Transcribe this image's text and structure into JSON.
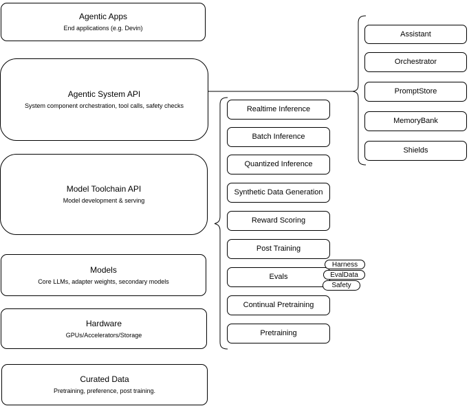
{
  "diagram": {
    "layers": [
      {
        "title": "Agentic Apps",
        "subtitle": "End applications (e.g. Devin)"
      },
      {
        "title": "Agentic System API",
        "subtitle": "System component orchestration, tool calls, safety checks"
      },
      {
        "title": "Model Toolchain API",
        "subtitle": "Model development & serving"
      },
      {
        "title": "Models",
        "subtitle": "Core LLMs, adapter weights, secondary models"
      },
      {
        "title": "Hardware",
        "subtitle": "GPUs/Accelerators/Storage"
      },
      {
        "title": "Curated Data",
        "subtitle": "Pretraining, preference, post training."
      }
    ],
    "toolchain_services": [
      "Realtime Inference",
      "Batch Inference",
      "Quantized Inference",
      "Synthetic Data Generation",
      "Reward Scoring",
      "Post Training",
      "Evals",
      "Continual Pretraining",
      "Pretraining"
    ],
    "evals_tags": [
      "Harness",
      "EvalData",
      "Safety"
    ],
    "system_components": [
      "Assistant",
      "Orchestrator",
      "PromptStore",
      "MemoryBank",
      "Shields"
    ],
    "colors": {
      "stroke": "#000000",
      "fill": "#ffffff",
      "text": "#000000"
    }
  }
}
